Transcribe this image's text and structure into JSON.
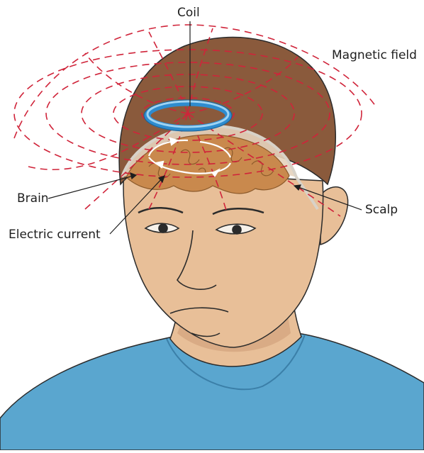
{
  "labels": {
    "coil": "Coil",
    "magnetic_field": "Magnetic field",
    "brain": "Brain",
    "scalp": "Scalp",
    "electric_current": "Electric current"
  },
  "colors": {
    "field_lines": "#d0243a",
    "coil": "#2e8ccf",
    "coil_highlight": "#9fd3f2",
    "hair": "#8a5a3c",
    "skin": "#e8bf98",
    "skin_shadow": "#cf9f78",
    "brain": "#c9894d",
    "shirt": "#5aa6cf",
    "outline": "#2b2b2b",
    "current_arrow": "#ffffff"
  },
  "icons": {
    "current_arrows": "circular-arrow-icon"
  }
}
